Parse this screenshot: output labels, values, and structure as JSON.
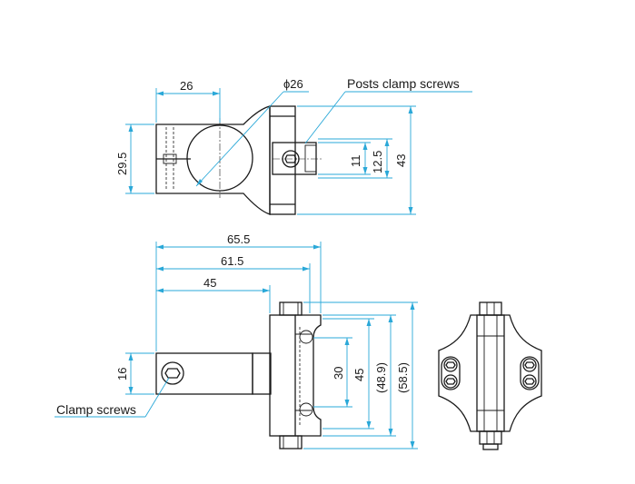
{
  "labels": {
    "posts_clamp_screws": "Posts clamp screws",
    "clamp_screws": "Clamp screws"
  },
  "top_view": {
    "dim_width": "26",
    "dim_diameter": "ϕ26",
    "dim_height_left": "29.5",
    "dim_slot": "11",
    "dim_slot_outer": "12.5",
    "dim_total_height": "43"
  },
  "side_view": {
    "dim_overall": "65.5",
    "dim_mid": "61.5",
    "dim_short": "45",
    "dim_bar": "16",
    "dim_inner": "30",
    "dim_45": "45",
    "dim_48_9": "(48.9)",
    "dim_58_5": "(58.5)"
  },
  "colors": {
    "line": "#1a1a1a",
    "dimension": "#2aa8d8"
  }
}
